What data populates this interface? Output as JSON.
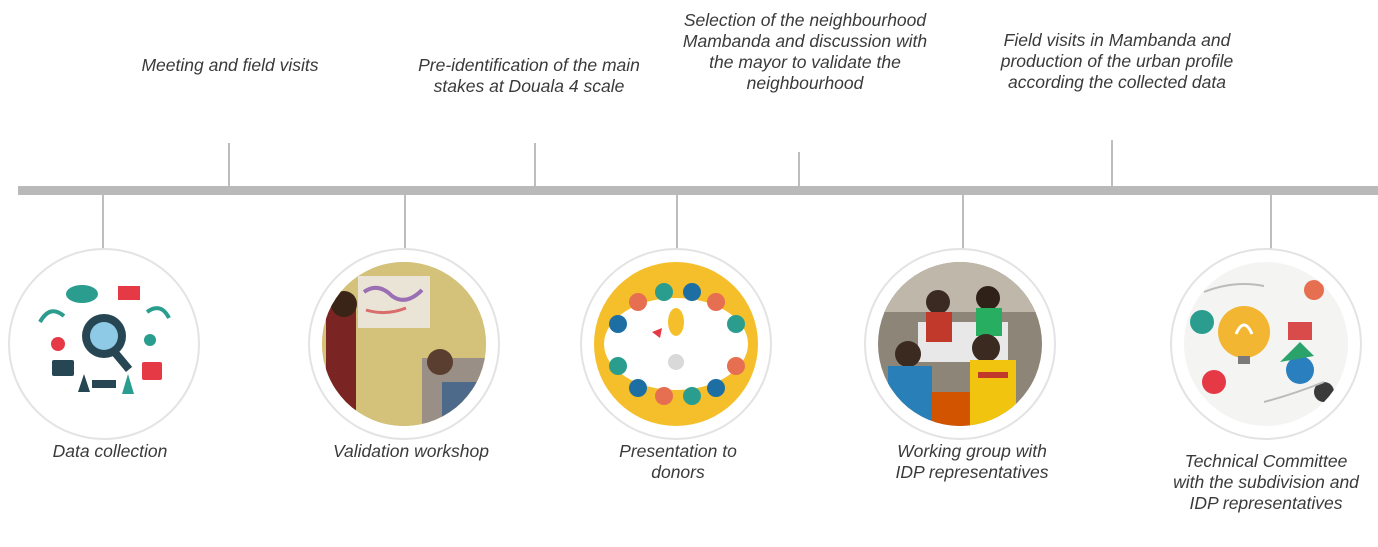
{
  "timeline": {
    "above": [
      {
        "id": "meeting",
        "text": "Meeting and field visits"
      },
      {
        "id": "preid",
        "text": "Pre-identification  of the main stakes at Douala 4 scale"
      },
      {
        "id": "selection",
        "text": "Selection of the neighbourhood Mambanda and discussion with the mayor to validate the neighbourhood"
      },
      {
        "id": "fieldvisits",
        "text": "Field visits in Mambanda and production of the urban profile according the collected data"
      }
    ],
    "below": [
      {
        "id": "data-collection",
        "text": "Data collection",
        "picture": "data-collection-illustration"
      },
      {
        "id": "validation",
        "text": "Validation workshop",
        "picture": "workshop-photo"
      },
      {
        "id": "donors",
        "text": "Presentation to donors",
        "picture": "meeting-table-illustration"
      },
      {
        "id": "working-group",
        "text": "Working group with IDP representatives",
        "picture": "group-photo"
      },
      {
        "id": "committee",
        "text": "Technical Committee with the subdivision and IDP representatives",
        "picture": "lightbulb-illustration"
      }
    ]
  },
  "colors": {
    "axis": "#b9b9b9",
    "ring": "#e3e3e3",
    "text": "#3a3a3a"
  }
}
